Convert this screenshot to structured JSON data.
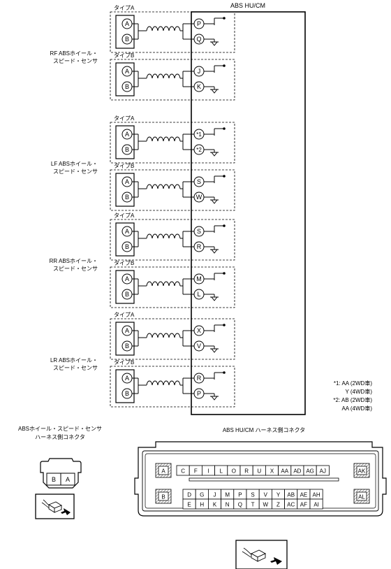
{
  "module": {
    "title": "ABS HU/CM"
  },
  "type_labels": {
    "a": "タイプA",
    "b": "タイプB"
  },
  "pin_labels": {
    "a": "A",
    "b": "B"
  },
  "sensors": [
    {
      "id": "rf",
      "name_line1": "RF ABSホイール・",
      "name_line2": "スピード・センサ",
      "type_a_pins": [
        "P",
        "Q"
      ],
      "type_b_pins": [
        "J",
        "K"
      ]
    },
    {
      "id": "lf",
      "name_line1": "LF ABSホイール・",
      "name_line2": "スピード・センサ",
      "type_a_pins": [
        "*1",
        "*2"
      ],
      "type_b_pins": [
        "S",
        "W"
      ]
    },
    {
      "id": "rr",
      "name_line1": "RR ABSホイール・",
      "name_line2": "スピード・センサ",
      "type_a_pins": [
        "S",
        "R"
      ],
      "type_b_pins": [
        "M",
        "L"
      ]
    },
    {
      "id": "lr",
      "name_line1": "LR ABSホイール・",
      "name_line2": "スピード・センサ",
      "type_a_pins": [
        "X",
        "V"
      ],
      "type_b_pins": [
        "R",
        "P"
      ]
    }
  ],
  "notes": {
    "line1": "*1: AA (2WD車)",
    "line2": "Y (4WD車)",
    "line3": "*2: AB (2WD車)",
    "line4": "AA (4WD車)"
  },
  "sensor_connector": {
    "title_line1": "ABSホイール・スピード・センサ",
    "title_line2": "ハーネス側コネクタ",
    "pins": [
      "B",
      "A"
    ]
  },
  "hucm_connector": {
    "title": "ABS HU/CM ハーネス側コネクタ",
    "left_labels": [
      "A",
      "B"
    ],
    "right_labels": [
      "AK",
      "AL"
    ],
    "row1": [
      "C",
      "F",
      "I",
      "L",
      "O",
      "R",
      "U",
      "X",
      "AA",
      "AD",
      "AG",
      "AJ"
    ],
    "row2": [
      "D",
      "G",
      "J",
      "M",
      "P",
      "S",
      "V",
      "Y",
      "AB",
      "AE",
      "AH"
    ],
    "row3": [
      "E",
      "H",
      "K",
      "N",
      "Q",
      "T",
      "W",
      "Z",
      "AC",
      "AF",
      "AI"
    ]
  }
}
